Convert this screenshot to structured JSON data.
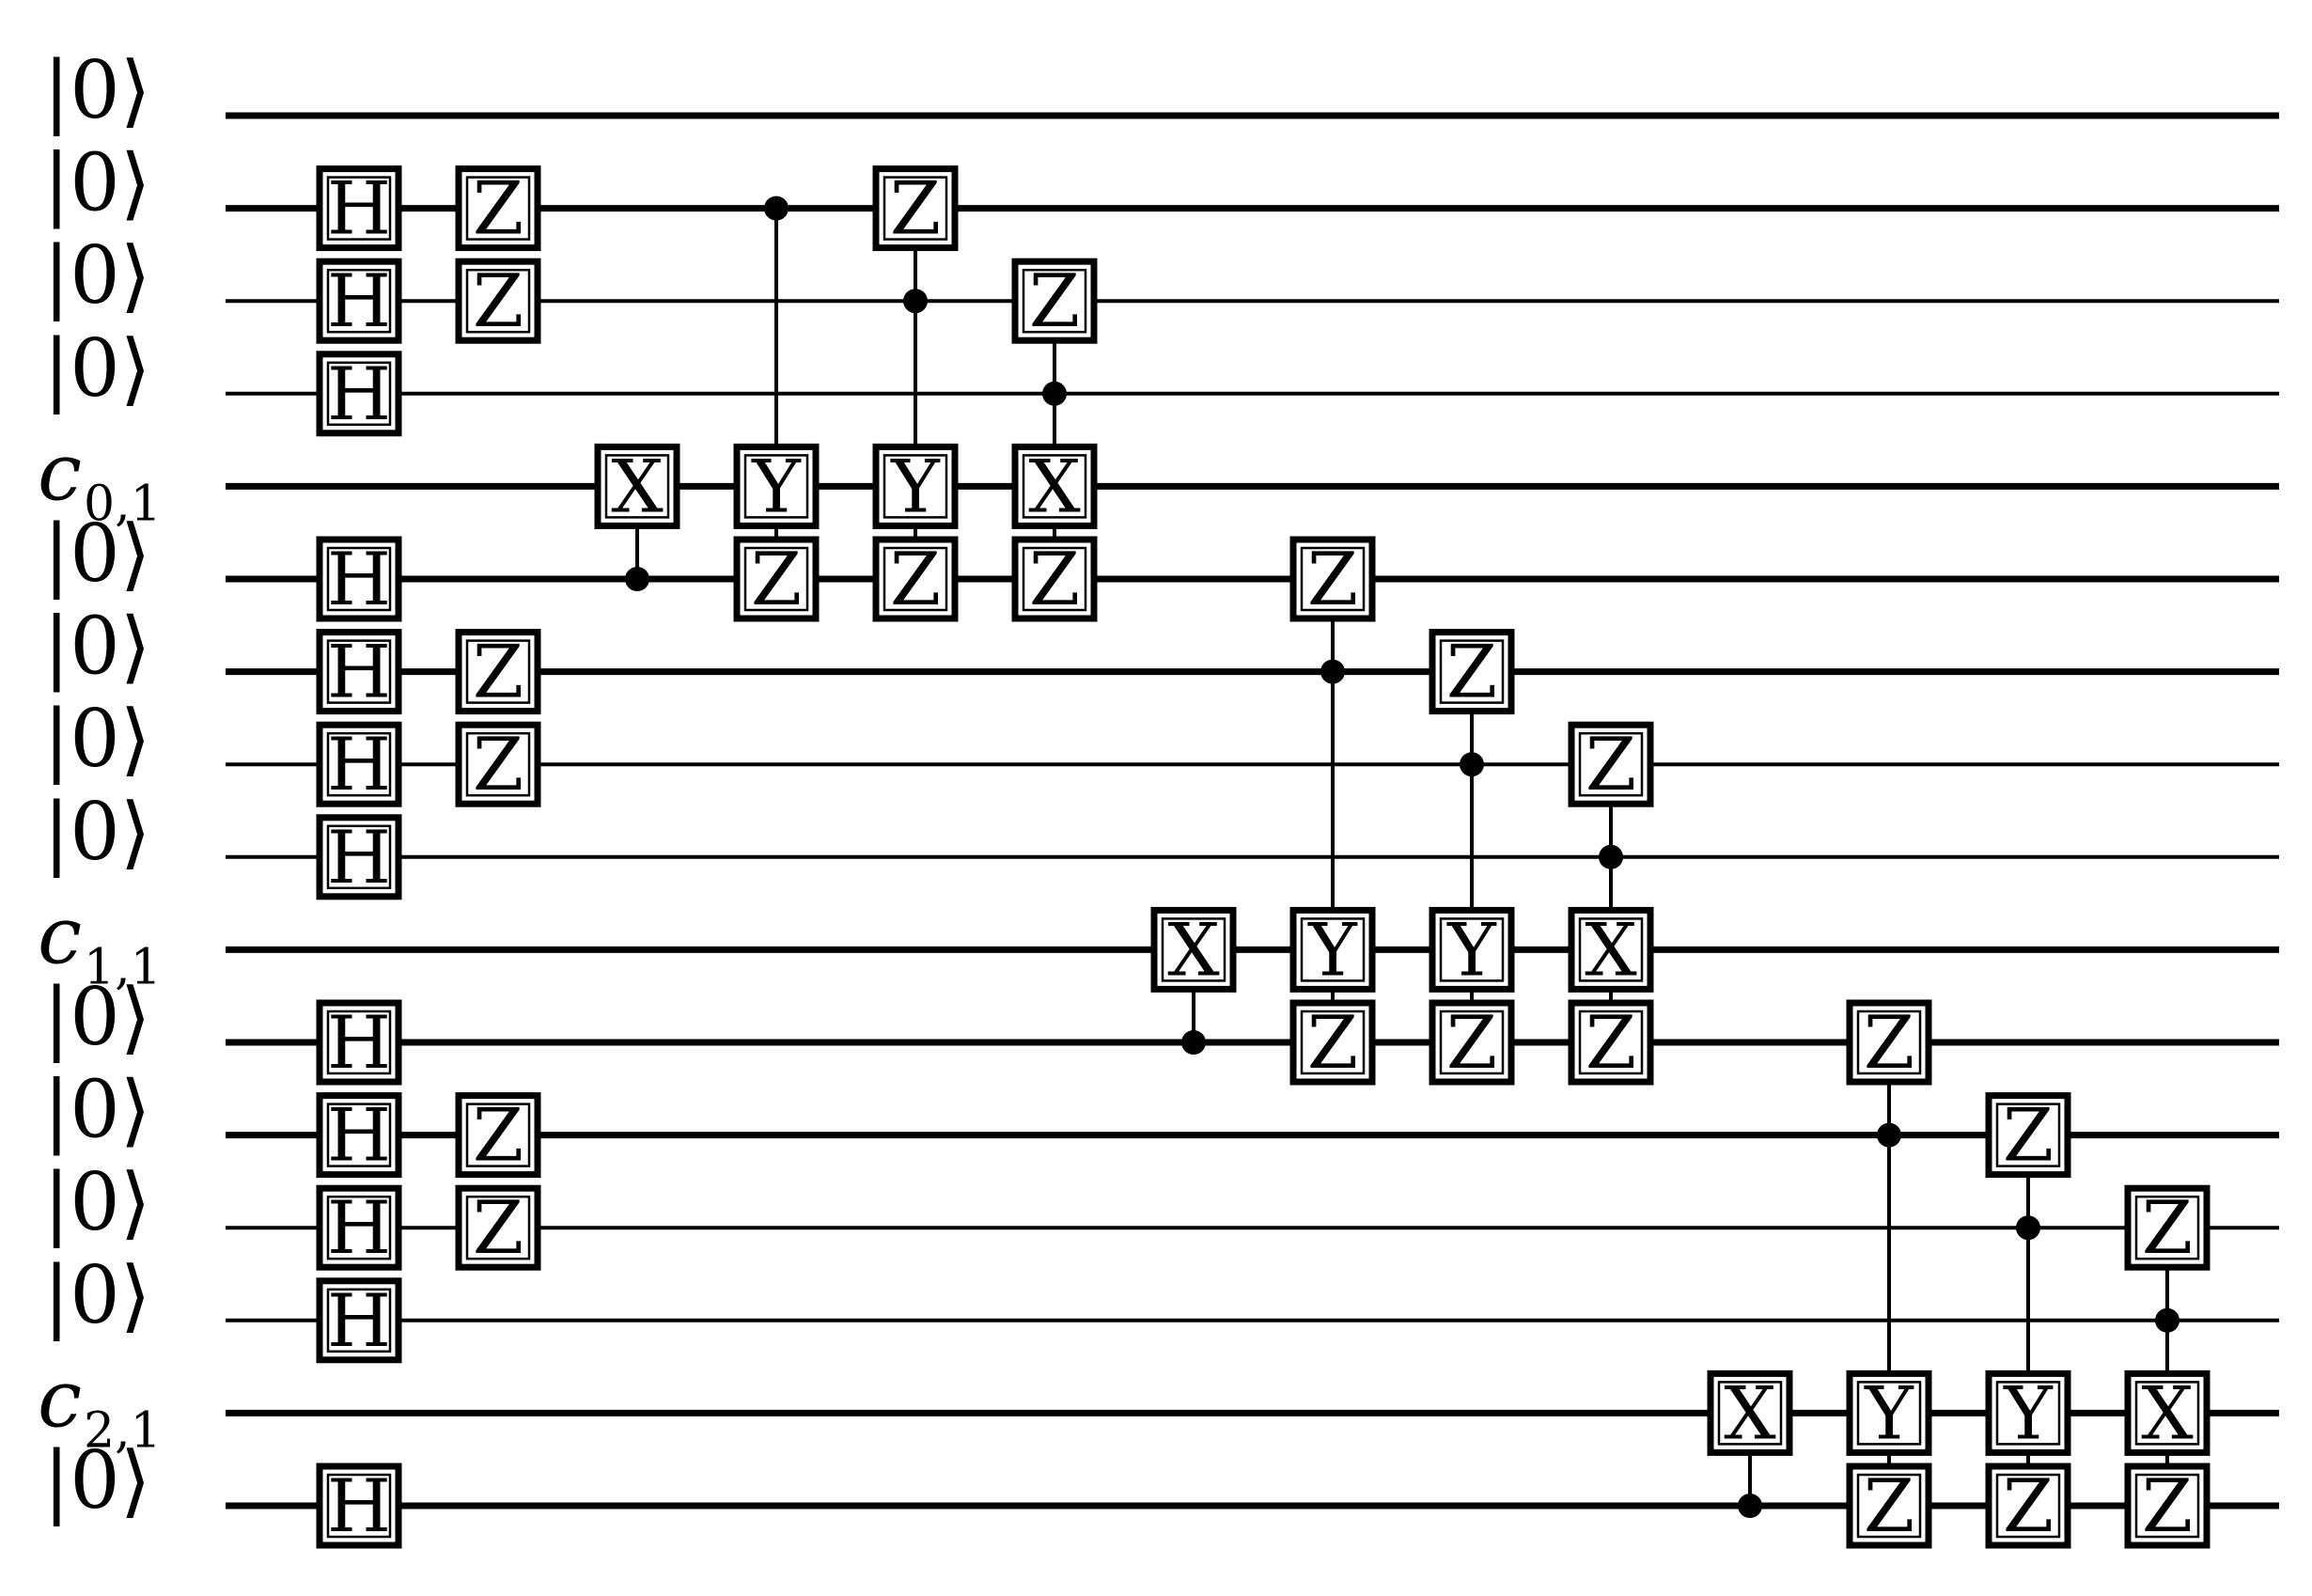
{
  "circuit": {
    "wires": [
      {
        "label": "|0⟩",
        "kind": "qubit"
      },
      {
        "label": "|0⟩",
        "kind": "qubit"
      },
      {
        "label": "|0⟩",
        "kind": "qubit"
      },
      {
        "label": "|0⟩",
        "kind": "qubit"
      },
      {
        "label": "c",
        "sub": "0,1",
        "kind": "classical"
      },
      {
        "label": "|0⟩",
        "kind": "qubit"
      },
      {
        "label": "|0⟩",
        "kind": "qubit"
      },
      {
        "label": "|0⟩",
        "kind": "qubit"
      },
      {
        "label": "|0⟩",
        "kind": "qubit"
      },
      {
        "label": "c",
        "sub": "1,1",
        "kind": "classical"
      },
      {
        "label": "|0⟩",
        "kind": "qubit"
      },
      {
        "label": "|0⟩",
        "kind": "qubit"
      },
      {
        "label": "|0⟩",
        "kind": "qubit"
      },
      {
        "label": "|0⟩",
        "kind": "qubit"
      },
      {
        "label": "c",
        "sub": "2,1",
        "kind": "classical"
      },
      {
        "label": "|0⟩",
        "kind": "qubit"
      }
    ],
    "gates": [
      {
        "col": 0,
        "wire": 1,
        "name": "H"
      },
      {
        "col": 0,
        "wire": 2,
        "name": "H"
      },
      {
        "col": 0,
        "wire": 3,
        "name": "H"
      },
      {
        "col": 0,
        "wire": 5,
        "name": "H"
      },
      {
        "col": 0,
        "wire": 6,
        "name": "H"
      },
      {
        "col": 0,
        "wire": 7,
        "name": "H"
      },
      {
        "col": 0,
        "wire": 8,
        "name": "H"
      },
      {
        "col": 0,
        "wire": 10,
        "name": "H"
      },
      {
        "col": 0,
        "wire": 11,
        "name": "H"
      },
      {
        "col": 0,
        "wire": 12,
        "name": "H"
      },
      {
        "col": 0,
        "wire": 13,
        "name": "H"
      },
      {
        "col": 0,
        "wire": 15,
        "name": "H"
      },
      {
        "col": 1,
        "wire": 1,
        "name": "Z"
      },
      {
        "col": 1,
        "wire": 2,
        "name": "Z"
      },
      {
        "col": 1,
        "wire": 6,
        "name": "Z"
      },
      {
        "col": 1,
        "wire": 7,
        "name": "Z"
      },
      {
        "col": 1,
        "wire": 11,
        "name": "Z"
      },
      {
        "col": 1,
        "wire": 12,
        "name": "Z"
      },
      {
        "col": 2,
        "wire": 4,
        "name": "X"
      },
      {
        "col": 3,
        "wire": 4,
        "name": "Y"
      },
      {
        "col": 3,
        "wire": 5,
        "name": "Z"
      },
      {
        "col": 4,
        "wire": 1,
        "name": "Z"
      },
      {
        "col": 4,
        "wire": 4,
        "name": "Y"
      },
      {
        "col": 4,
        "wire": 5,
        "name": "Z"
      },
      {
        "col": 5,
        "wire": 2,
        "name": "Z"
      },
      {
        "col": 5,
        "wire": 4,
        "name": "X"
      },
      {
        "col": 5,
        "wire": 5,
        "name": "Z"
      },
      {
        "col": 6,
        "wire": 9,
        "name": "X"
      },
      {
        "col": 7,
        "wire": 5,
        "name": "Z"
      },
      {
        "col": 7,
        "wire": 9,
        "name": "Y"
      },
      {
        "col": 7,
        "wire": 10,
        "name": "Z"
      },
      {
        "col": 8,
        "wire": 6,
        "name": "Z"
      },
      {
        "col": 8,
        "wire": 9,
        "name": "Y"
      },
      {
        "col": 8,
        "wire": 10,
        "name": "Z"
      },
      {
        "col": 9,
        "wire": 7,
        "name": "Z"
      },
      {
        "col": 9,
        "wire": 9,
        "name": "X"
      },
      {
        "col": 9,
        "wire": 10,
        "name": "Z"
      },
      {
        "col": 10,
        "wire": 14,
        "name": "X"
      },
      {
        "col": 11,
        "wire": 10,
        "name": "Z"
      },
      {
        "col": 11,
        "wire": 14,
        "name": "Y"
      },
      {
        "col": 11,
        "wire": 15,
        "name": "Z"
      },
      {
        "col": 12,
        "wire": 11,
        "name": "Z"
      },
      {
        "col": 12,
        "wire": 14,
        "name": "Y"
      },
      {
        "col": 12,
        "wire": 15,
        "name": "Z"
      },
      {
        "col": 13,
        "wire": 12,
        "name": "Z"
      },
      {
        "col": 13,
        "wire": 14,
        "name": "X"
      },
      {
        "col": 13,
        "wire": 15,
        "name": "Z"
      }
    ],
    "controls": [
      {
        "col": 2,
        "wire": 5,
        "from": 5,
        "to": 4
      },
      {
        "col": 3,
        "wire": 1,
        "from": 1,
        "to": 5
      },
      {
        "col": 4,
        "wire": 2,
        "from": 1,
        "to": 5
      },
      {
        "col": 5,
        "wire": 3,
        "from": 2,
        "to": 5
      },
      {
        "col": 6,
        "wire": 10,
        "from": 10,
        "to": 9
      },
      {
        "col": 7,
        "wire": 6,
        "from": 5,
        "to": 10
      },
      {
        "col": 8,
        "wire": 7,
        "from": 6,
        "to": 10
      },
      {
        "col": 9,
        "wire": 8,
        "from": 7,
        "to": 10
      },
      {
        "col": 10,
        "wire": 15,
        "from": 15,
        "to": 14
      },
      {
        "col": 11,
        "wire": 11,
        "from": 10,
        "to": 15
      },
      {
        "col": 12,
        "wire": 12,
        "from": 11,
        "to": 15
      },
      {
        "col": 13,
        "wire": 13,
        "from": 12,
        "to": 15
      }
    ]
  }
}
